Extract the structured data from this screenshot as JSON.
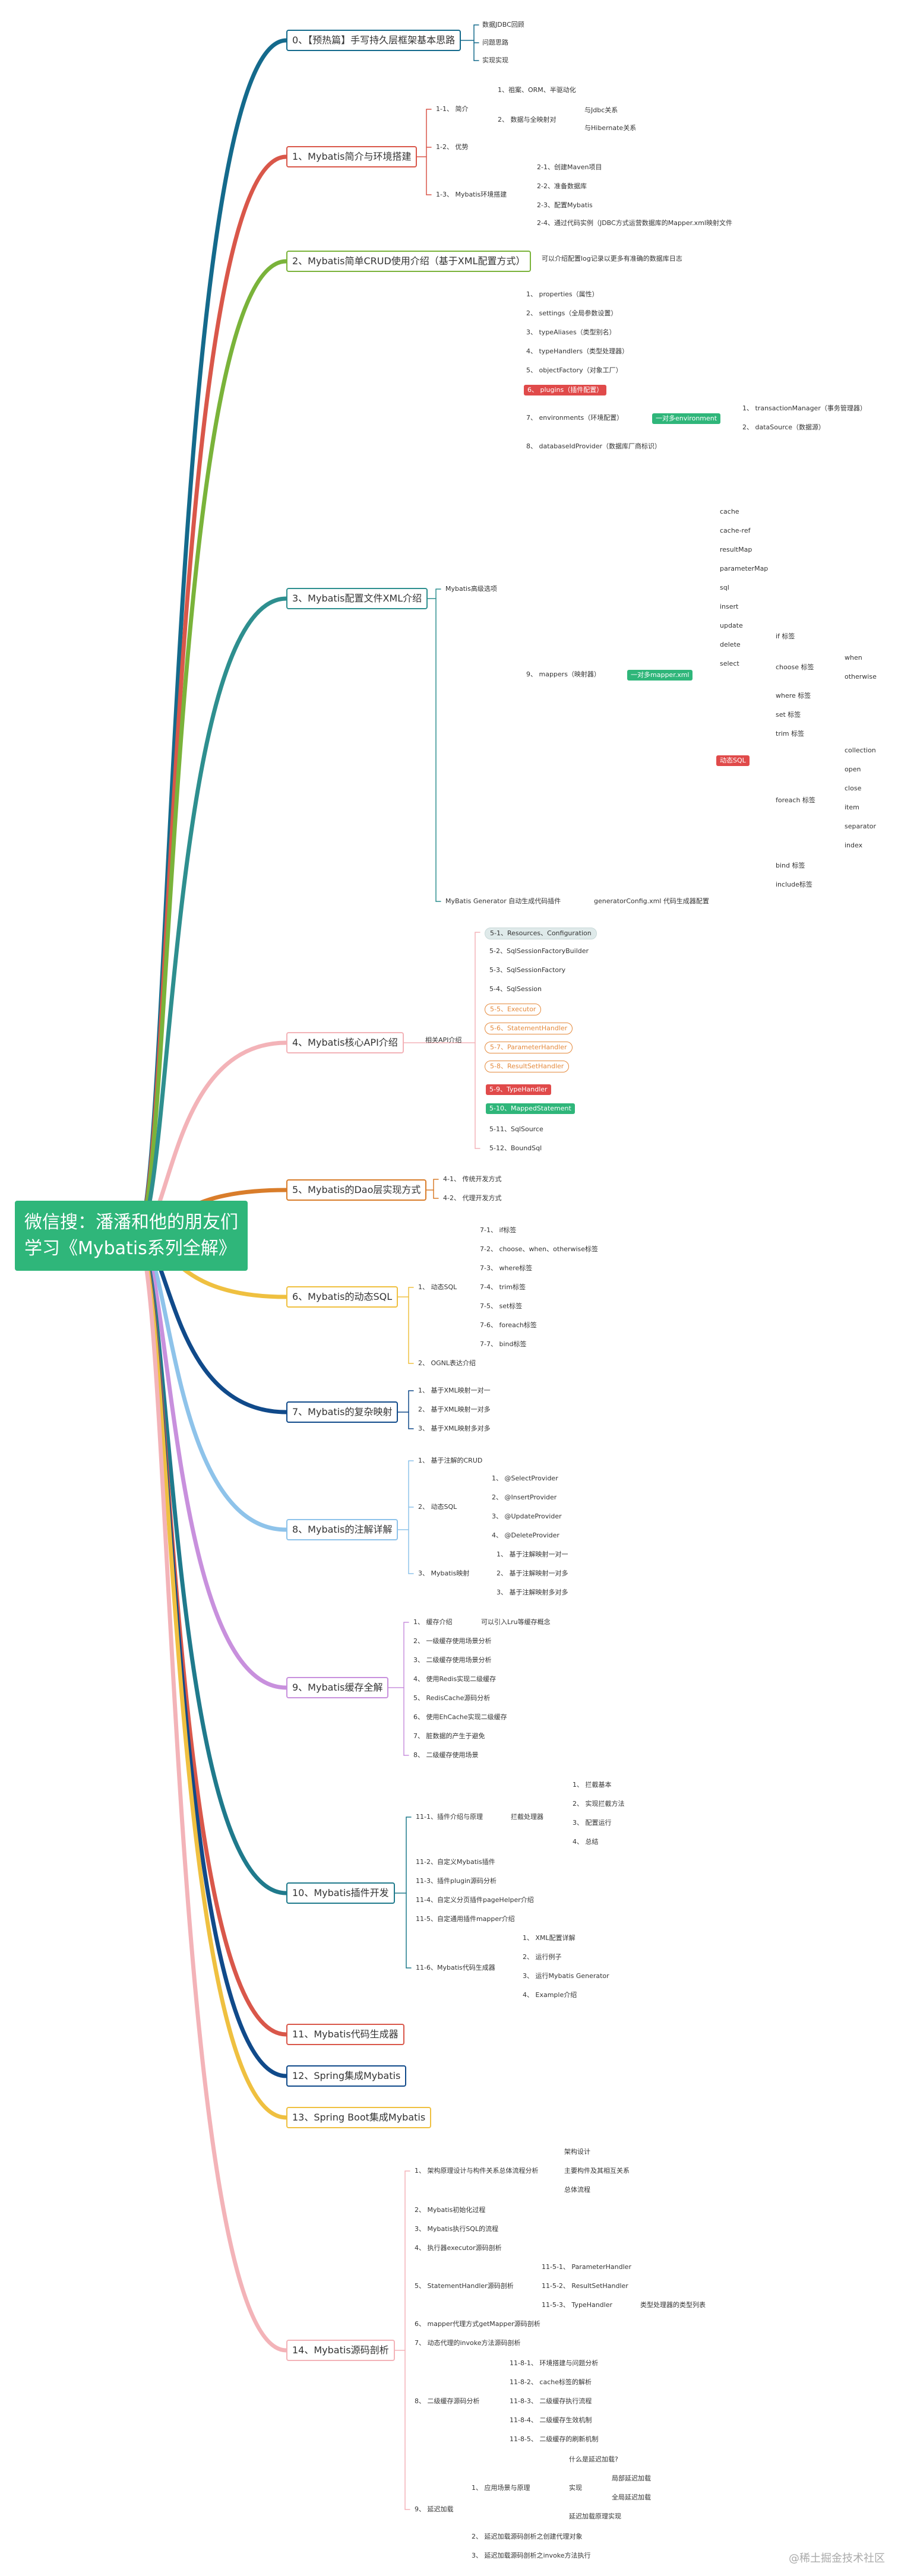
{
  "root": {
    "line1": "微信搜：潘潘和他的朋友们",
    "line2": "学习《Mybatis系列全解》"
  },
  "watermark": "@稀土掘金技术社区",
  "sections": [
    {
      "label": "0、【预热篇】手写持久层框架基本思路",
      "color": "#146a8c"
    },
    {
      "label": "1、Mybatis简介与环境搭建",
      "color": "#d9574a"
    },
    {
      "label": "2、Mybatis简单CRUD使用介绍（基于XML配置方式）",
      "color": "#7ab33a"
    },
    {
      "label": "3、Mybatis配置文件XML介绍",
      "color": "#2e8f8f"
    },
    {
      "label": "4、Mybatis核心API介绍",
      "color": "#f3b3b8"
    },
    {
      "label": "5、Mybatis的Dao层实现方式",
      "color": "#d97d2b"
    },
    {
      "label": "6、Mybatis的动态SQL",
      "color": "#efc040"
    },
    {
      "label": "7、Mybatis的复杂映射",
      "color": "#104a8a"
    },
    {
      "label": "8、Mybatis的注解详解",
      "color": "#8ec3ea"
    },
    {
      "label": "9、Mybatis缓存全解",
      "color": "#c890dd"
    },
    {
      "label": "10、Mybatis插件开发",
      "color": "#1f7a8c"
    },
    {
      "label": "11、Mybatis代码生成器",
      "color": "#d9574a"
    },
    {
      "label": "12、Spring集成Mybatis",
      "color": "#104a8a"
    },
    {
      "label": "13、Spring Boot集成Mybatis",
      "color": "#efc040"
    },
    {
      "label": "14、Mybatis源码剖析",
      "color": "#f3b3b8"
    }
  ],
  "nodes": {
    "s0": [
      "数据JDBC回顾",
      "问题思路",
      "实现实现"
    ],
    "s1": {
      "n1": "1-1、 简介",
      "n1a": "1、祖案、ORM、半驱动化",
      "n1b": "2、 数据与全映射对",
      "n1b1": "与Jdbc关系",
      "n1b2": "与Hibernate关系",
      "n2": "1-2、 优势",
      "n3": "1-3、 Mybatis环境搭建",
      "n3a": "2-1、创建Maven项目",
      "n3b": "2-2、准备数据库",
      "n3c": "2-3、配置Mybatis",
      "n3d": "2-4、通过代码实例（JDBC方式运营数据库的Mapper.xml映射文件"
    },
    "s2": {
      "a": "可以介绍配置log记录以更多有准确的数据库日志"
    },
    "s3": {
      "hub": "Mybatis高级选项",
      "p1": "1、 properties（属性）",
      "p2": "2、 settings（全局参数设置）",
      "p3": "3、 typeAliases（类型别名）",
      "p4": "4、 typeHandlers（类型处理器）",
      "p5": "5、 objectFactory（对象工厂）",
      "p6": "6、 plugins（插件配置）",
      "p7": "7、 environments（环境配置）",
      "p7hub": "一对多environment",
      "p7a": "1、 transactionManager（事务管理器）",
      "p7b": "2、 dataSource（数据源）",
      "p8": "8、 databaseIdProvider（数据库厂商标识）",
      "p9": "9、 mappers（映射器）",
      "p9hub": "一对多mapper.xml",
      "mapper_items": [
        "cache",
        "cache-ref",
        "resultMap",
        "parameterMap",
        "sql",
        "insert",
        "update",
        "delete",
        "select"
      ],
      "dyn": "动态SQL",
      "dyn_items": [
        "if 标签",
        "choose 标签",
        "where 标签",
        "set 标签",
        "trim 标签",
        "foreach 标签",
        "bind 标签",
        "include标签"
      ],
      "choose_items": [
        "when",
        "otherwise"
      ],
      "foreach_items": [
        "collection",
        "open",
        "close",
        "item",
        "separator",
        "index"
      ],
      "gen": "MyBatis Generator 自动生成代码插件",
      "gen_a": "generatorConfig.xml 代码生成器配置"
    },
    "s4": {
      "hub": "相关API介绍",
      "items": [
        "5-1、Resources、Configuration",
        "5-2、SqlSessionFactoryBuilder",
        "5-3、SqlSessionFactory",
        "5-4、SqlSession",
        "5-5、Executor",
        "5-6、StatementHandler",
        "5-7、ParameterHandler",
        "5-8、ResultSetHandler",
        "5-9、TypeHandler",
        "5-10、MappedStatement",
        "5-11、SqlSource",
        "5-12、BoundSql"
      ]
    },
    "s5": [
      "4-1、 传统开发方式",
      "4-2、 代理开发方式"
    ],
    "s6": {
      "a": "1、 动态SQL",
      "items": [
        "7-1、 if标签",
        "7-2、 choose、when、otherwise标签",
        "7-3、 where标签",
        "7-4、 trim标签",
        "7-5、 set标签",
        "7-6、 foreach标签",
        "7-7、 bind标签"
      ],
      "b": "2、 OGNL表达介绍"
    },
    "s7": [
      "1、 基于XML映射一对一",
      "2、 基于XML映射一对多",
      "3、 基于XML映射多对多"
    ],
    "s8": {
      "a": "1、 基于注解的CRUD",
      "b": "2、 动态SQL",
      "b_items": [
        "1、 @SelectProvider",
        "2、 @InsertProvider",
        "3、 @UpdateProvider",
        "4、 @DeleteProvider"
      ],
      "c": "3、 Mybatis映射",
      "c_items": [
        "1、 基于注解映射一对一",
        "2、 基于注解映射一对多",
        "3、 基于注解映射多对多"
      ]
    },
    "s9": {
      "a": "1、 缓存介绍",
      "a1": "可以引入Lru等缓存概念",
      "items": [
        "2、 一级缓存使用场景分析",
        "3、 二级缓存使用场景分析",
        "4、 使用Redis实现二级缓存",
        "5、 RedisCache源码分析",
        "6、 使用EhCache实现二级缓存",
        "7、 脏数据的产生于避免",
        "8、 二级缓存使用场景"
      ]
    },
    "s10": {
      "a": "11-1、插件介绍与原理",
      "a1": "拦截处理器",
      "a1_items": [
        "1、 拦截基本",
        "2、 实现拦截方法",
        "3、 配置运行",
        "4、 总结"
      ],
      "items": [
        "11-2、自定义Mybatis插件",
        "11-3、插件plugin源码分析",
        "11-4、自定义分页插件pageHelper介绍",
        "11-5、自定通用插件mapper介绍"
      ],
      "b": "11-6、Mybatis代码生成器",
      "b_items": [
        "1、 XML配置详解",
        "2、 运行例子",
        "3、 运行Mybatis Generator",
        "4、 Example介绍"
      ]
    },
    "s14": {
      "a": "1、 架构原理设计与构件关系总体流程分析",
      "a_items": [
        "架构设计",
        "主要构件及其相互关系",
        "总体流程"
      ],
      "b": "2、 Mybatis初始化过程",
      "c": "3、 Mybatis执行SQL的流程",
      "d": "4、 执行器executor源码剖析",
      "e": "5、 StatementHandler源码剖析",
      "e_items": [
        "11-5-1、 ParameterHandler",
        "11-5-2、 ResultSetHandler",
        "11-5-3、 TypeHandler"
      ],
      "e3a": "类型处理器的类型列表",
      "f": "6、 mapper代理方式getMapper源码剖析",
      "g": "7、 动态代理的invoke方法源码剖析",
      "h": "8、 二级缓存源码分析",
      "h_items": [
        "11-8-1、 环境搭建与问题分析",
        "11-8-2、 cache标签的解析",
        "11-8-3、 二级缓存执行流程",
        "11-8-4、 二级缓存生效机制",
        "11-8-5、 二级缓存的刷新机制"
      ],
      "i": "9、 延迟加载",
      "i1": "1、 应用场景与原理",
      "i1a": "什么是延迟加载?",
      "i1b": "实现",
      "i1b_items": [
        "局部延迟加载",
        "全局延迟加载"
      ],
      "i1c": "延迟加载原理实现",
      "i2": "2、 延迟加载源码剖析之创建代理对象",
      "i3": "3、 延迟加载源码剖析之invoke方法执行"
    }
  }
}
